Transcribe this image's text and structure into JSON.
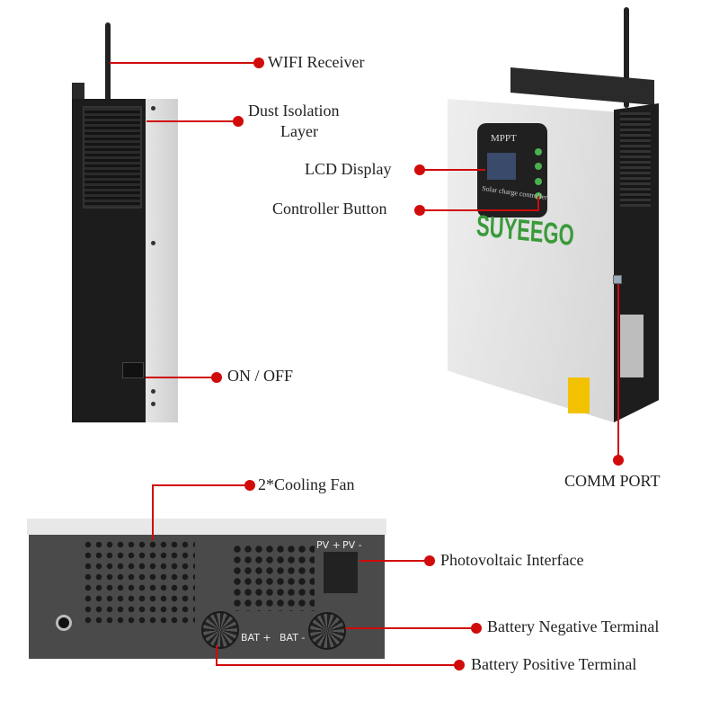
{
  "brand": "SUYEEGO",
  "lcd": {
    "title": "MPPT",
    "subtitle": "Solar charge controller"
  },
  "panel_labels": {
    "pv_plus": "PV +",
    "pv_minus": "PV -",
    "bat_plus": "BAT +",
    "bat_minus": "BAT -"
  },
  "callouts": {
    "wifi": "WIFI Receiver",
    "dust_line1": "Dust Isolation",
    "dust_line2": "Layer",
    "lcd": "LCD Display",
    "controller": "Controller Button",
    "onoff": "ON / OFF",
    "comm": "COMM PORT",
    "fan": "2*Cooling Fan",
    "pv": "Photovoltaic Interface",
    "bat_neg": "Battery Negative Terminal",
    "bat_pos": "Battery Positive Terminal"
  },
  "colors": {
    "callout_red": "#d10a0a",
    "brand_green": "#3a9a3a"
  }
}
